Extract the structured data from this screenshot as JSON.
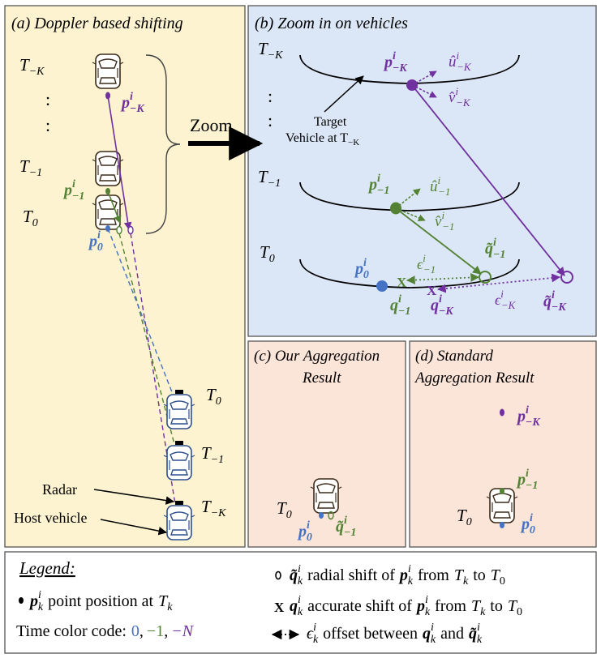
{
  "colors": {
    "purple": "#7030a0",
    "green": "#548235",
    "blue": "#4472c4",
    "panel_a_bg": "#fdf3d0",
    "panel_b_bg": "#dbe7f6",
    "panel_cd_bg": "#fbe4d8",
    "border": "#555555"
  },
  "panel_a": {
    "title": "(a) Doppler based shifting",
    "t_minus_k": "T",
    "t_minus_k_sub": "−K",
    "t_minus_1": "T",
    "t_minus_1_sub": "−1",
    "t_0": "T",
    "t_0_sub": "0",
    "zoom_label": "Zoom",
    "radar_label": "Radar",
    "host_vehicle_label": "Host vehicle",
    "host_t0": "T",
    "host_t0_sub": "0",
    "host_t_minus_1": "T",
    "host_t_minus_1_sub": "−1",
    "host_t_minus_k": "T",
    "host_t_minus_k_sub": "−K",
    "p_minus_k": "p",
    "p_minus_k_sup": "i",
    "p_minus_k_sub": "−K",
    "p_minus_1": "p",
    "p_minus_1_sup": "i",
    "p_minus_1_sub": "−1",
    "p_0": "p",
    "p_0_sup": "i",
    "p_0_sub": "0",
    "ellipsis_dot": ":"
  },
  "panel_b": {
    "title": "(b) Zoom in on vehicles",
    "t_minus_k": "T",
    "t_minus_k_sub": "−K",
    "t_minus_1": "T",
    "t_minus_1_sub": "−1",
    "t_0": "T",
    "t_0_sub": "0",
    "target_line1": "Target",
    "target_line2": "Vehicle at T",
    "target_line2_sub": "−K",
    "p_minus_k": "p",
    "p_minus_k_sup": "i",
    "p_minus_k_sub": "−K",
    "u_minus_k": "û",
    "u_minus_k_sup": "i",
    "u_minus_k_sub": "−K",
    "v_minus_k": "v̂",
    "v_minus_k_sup": "i",
    "v_minus_k_sub": "−K",
    "p_minus_1": "p",
    "p_minus_1_sup": "i",
    "p_minus_1_sub": "−1",
    "u_minus_1": "û",
    "u_minus_1_sup": "i",
    "u_minus_1_sub": "−1",
    "v_minus_1": "v̂",
    "v_minus_1_sup": "i",
    "v_minus_1_sub": "−1",
    "q_tilde_minus_1": "q̃",
    "q_tilde_minus_1_sup": "i",
    "q_tilde_minus_1_sub": "−1",
    "eps_minus_1": "ϵ",
    "eps_minus_1_sup": "i",
    "eps_minus_1_sub": "−1",
    "p_0": "p",
    "p_0_sup": "i",
    "p_0_sub": "0",
    "q_minus_1": "q",
    "q_minus_1_sup": "i",
    "q_minus_1_sub": "−1",
    "q_minus_k": "q",
    "q_minus_k_sup": "i",
    "q_minus_k_sub": "−K",
    "eps_minus_k": "ϵ",
    "eps_minus_k_sup": "i",
    "eps_minus_k_sub": "−K",
    "q_tilde_minus_k": "q̃",
    "q_tilde_minus_k_sup": "i",
    "q_tilde_minus_k_sub": "−K",
    "x_mark": "X",
    "ellipsis_dot": ":"
  },
  "panel_c": {
    "title_line1": "(c) Our Aggregation",
    "title_line2": "Result",
    "t_0": "T",
    "t_0_sub": "0",
    "p_0": "p",
    "p_0_sup": "i",
    "p_0_sub": "0",
    "q_tilde": "q̃",
    "q_tilde_sup": "i",
    "q_tilde_sub": "−1"
  },
  "panel_d": {
    "title_line1": "(d) Standard",
    "title_line2": "Aggregation Result",
    "t_0": "T",
    "t_0_sub": "0",
    "p_minus_k": "p",
    "p_minus_k_sup": "i",
    "p_minus_k_sub": "−K",
    "p_minus_1": "p",
    "p_minus_1_sup": "i",
    "p_minus_1_sub": "−1",
    "p_0": "p",
    "p_0_sup": "i",
    "p_0_sub": "0"
  },
  "legend": {
    "title": "Legend:",
    "point_sym": "p",
    "point_sup": "i",
    "point_sub": "k",
    "point_text": "point position at",
    "point_t": "T",
    "point_t_sub": "k",
    "time_code_label": "Time color code:",
    "time_code_0": "0",
    "time_code_comma1": ",",
    "time_code_1": "−1",
    "time_code_comma2": ",",
    "time_code_n": "−N",
    "radial_sym": "q̃",
    "radial_sup": "i",
    "radial_sub": "k",
    "radial_text_a": "radial shift of",
    "radial_p": "p",
    "radial_p_sup": "i",
    "radial_p_sub": "k",
    "radial_text_b": "from",
    "radial_t1": "T",
    "radial_t1_sub": "k",
    "radial_text_c": "to",
    "radial_t2": "T",
    "radial_t2_sub": "0",
    "accurate_mark": "X",
    "accurate_sym": "q",
    "accurate_sup": "i",
    "accurate_sub": "k",
    "accurate_text_a": "accurate shift of",
    "accurate_p": "p",
    "accurate_p_sup": "i",
    "accurate_p_sub": "k",
    "accurate_text_b": "from",
    "accurate_t1": "T",
    "accurate_t1_sub": "k",
    "accurate_text_c": "to",
    "accurate_t2": "T",
    "accurate_t2_sub": "0",
    "offset_sym": "ϵ",
    "offset_sup": "i",
    "offset_sub": "k",
    "offset_text_a": "offset between",
    "offset_q": "q",
    "offset_q_sup": "i",
    "offset_q_sub": "k",
    "offset_text_b": "and",
    "offset_qt": "q̃",
    "offset_qt_sup": "i",
    "offset_qt_sub": "k"
  }
}
